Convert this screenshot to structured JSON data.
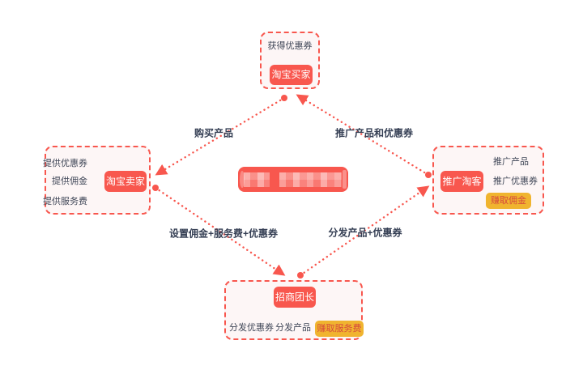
{
  "colors": {
    "red": "#f8574e",
    "node_bg": "#fdf6f6",
    "gold": "#f0b42f",
    "gold_text": "#d6493c",
    "note_text": "#3f4657",
    "edge_text": "#353f54",
    "wire_gray": "#c9c9c9"
  },
  "nodes": {
    "buyer": {
      "badge": "淘宝买家",
      "note": "获得优惠券"
    },
    "seller": {
      "badge": "淘宝卖家",
      "notes": [
        "提供优惠券",
        "提供佣金",
        "提供服务费"
      ]
    },
    "taoke": {
      "badge": "推广淘客",
      "notes": [
        "推广产品",
        "推广优惠券"
      ],
      "gold_badge": "赚取佣金"
    },
    "leader": {
      "badge": "招商团长",
      "notes": [
        "分发优惠券",
        "分发产品"
      ],
      "gold_badge": "赚取服务费"
    }
  },
  "edges": {
    "buyer_to_seller": "购买产品",
    "taoke_to_buyer": "推广产品和优惠券",
    "seller_to_leader": "设置佣金+服务费+优惠券",
    "leader_to_taoke": "分发产品+优惠券"
  }
}
